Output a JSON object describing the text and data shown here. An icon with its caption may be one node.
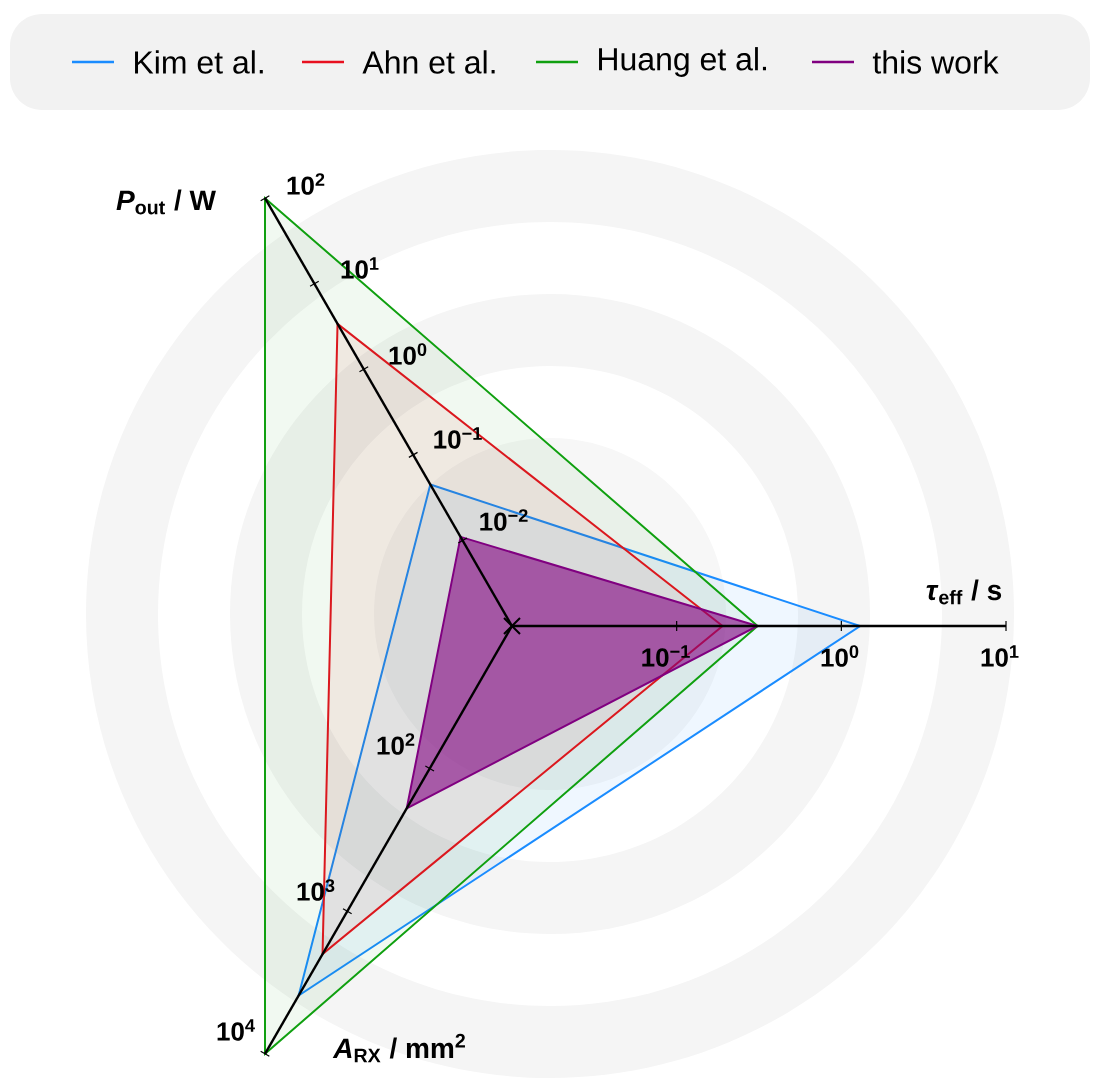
{
  "diagram": {
    "labels": [
      "*P*$_{out}$ / W",
      "10$^{2}$",
      "10$^{1}$",
      "10$^{0}$",
      "10$^{−1}$",
      "10$^{−2}$",
      "*τ*$_{eff}$ / s",
      "10$^{−1}$",
      "10$^{0}$",
      "10$^{1}$",
      "10$^{2}$",
      "10$^{3}$",
      "10$^{4}$",
      "*A*$_{RX}$ / mm$^{2}$"
    ],
    "legend": [
      {
        "text": "Kim et al."
      },
      {
        "text": "Ahn et al."
      },
      {
        "text": "Huang et al."
      },
      {
        "text": "this work"
      }
    ]
  }
}
